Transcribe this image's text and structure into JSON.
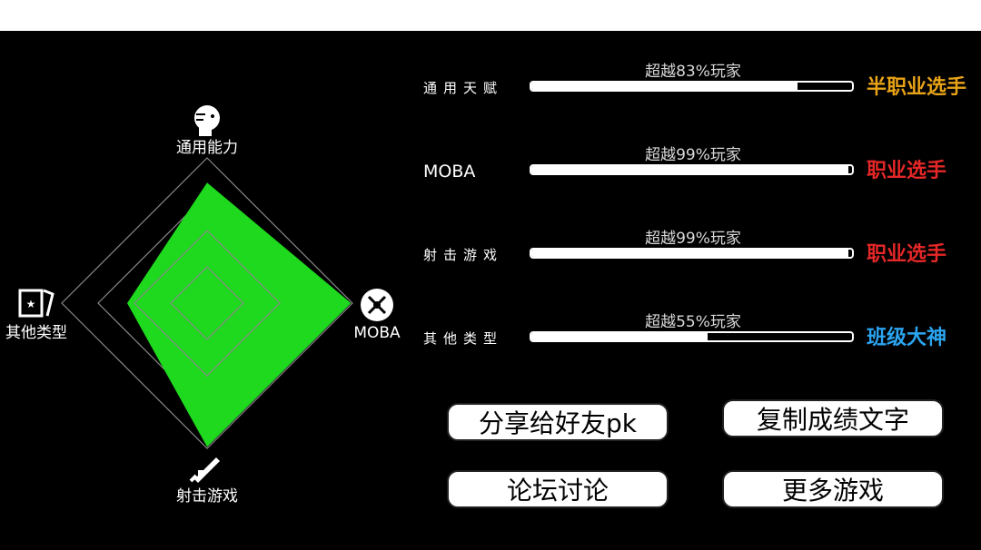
{
  "radar": {
    "axes": [
      {
        "name": "通用能力",
        "icon": "head-icon",
        "value": 0.83
      },
      {
        "name": "MOBA",
        "icon": "moba-icon",
        "value": 0.99
      },
      {
        "name": "射击游戏",
        "icon": "rifle-icon",
        "value": 0.99
      },
      {
        "name": "其他类型",
        "icon": "card-icon",
        "value": 0.55
      }
    ],
    "fill_color": "#1ed91e",
    "grid_color": "#888888"
  },
  "stats": [
    {
      "label": "通用天赋",
      "percent_text": "超越83%玩家",
      "fill": 0.83,
      "rank": "半职业选手",
      "rank_color": "#e8a317"
    },
    {
      "label": "MOBA",
      "percent_text": "超越99%玩家",
      "fill": 0.99,
      "rank": "职业选手",
      "rank_color": "#e52727"
    },
    {
      "label": "射击游戏",
      "percent_text": "超越99%玩家",
      "fill": 0.99,
      "rank": "职业选手",
      "rank_color": "#e52727"
    },
    {
      "label": "其他类型",
      "percent_text": "超越55%玩家",
      "fill": 0.55,
      "rank": "班级大神",
      "rank_color": "#2ba4f0"
    }
  ],
  "buttons": {
    "share": "分享给好友pk",
    "copy": "复制成绩文字",
    "forum": "论坛讨论",
    "more": "更多游戏"
  }
}
